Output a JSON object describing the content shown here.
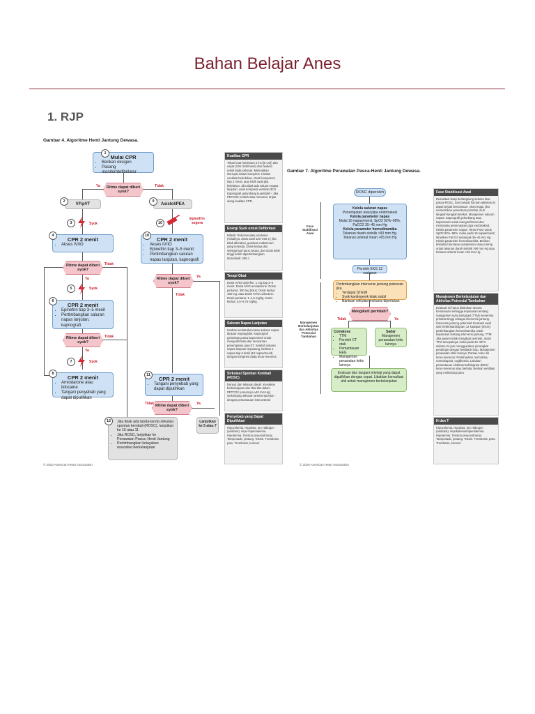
{
  "page": {
    "title": "Bahan Belajar Anes",
    "section": "1.  RJP"
  },
  "figure4": {
    "caption": "Gambar 4.  Algoritme Henti Jantung Dewasa.",
    "copyright": "© 2020 American Heart Association",
    "start": {
      "title": "Mulai CPR",
      "items": [
        "Berikan oksigen",
        "Pasang monitor/defibrilator"
      ]
    },
    "decision1": "Ritme dapat diberi syok?",
    "ya": "Ya",
    "tidak": "Tidak",
    "vf": "VF/pVT",
    "asystole": "Asistol/PEA",
    "syok": "Syok",
    "epinefrin_label": "Epinefrin segera",
    "cpr2_a": {
      "title": "CPR 2 menit",
      "items": [
        "Akses IV/IO"
      ]
    },
    "cpr2_b": {
      "title": "CPR 2 menit",
      "items": [
        "Epinefrin tiap 3–5 menit",
        "Pertimbangkan saluran napas lanjutan, kapnografi"
      ]
    },
    "cpr2_c": {
      "title": "CPR 2 menit",
      "items": [
        "Amiodarone atau lidocaine",
        "Tangani penyebab yang dapat dipulihkan"
      ]
    },
    "cpr2_d": {
      "title": "CPR 2 menit",
      "items": [
        "Akses IV/IO",
        "Epinefrin tiap 3–5 menit",
        "Pertimbangkan saluran napas lanjutan, kapnografi"
      ]
    },
    "cpr2_e": {
      "title": "CPR 2 menit",
      "items": [
        "Tangani penyebab yang dapat dipulihkan"
      ]
    },
    "decision_short": "Ritme dapat diberi syok?",
    "final": [
      "Jika tidak ada tanda-tanda sirkulasi spontan kembali (ROSC), lanjutkan ke 10 atau 11",
      "Jika ROSC, lanjutkan ke Perawatan Pasca–Henti Jantung",
      "Pertimbangkan kelayakan resusitasi berkelanjutan"
    ],
    "lanjutkan": "Lanjutkan ke 5 atau 7",
    "numbers": [
      "1",
      "2",
      "3",
      "4",
      "5",
      "6",
      "7",
      "8",
      "9",
      "10",
      "11",
      "12"
    ],
    "side_panels": [
      {
        "title": "Kualitas CPR",
        "text": "Tekan kuat (minimum 2 inci [5 cm]) dan cepat (100–120/menit) dan biarkan rekoil dada sebesar. Minimalkan interupsi dalam kompresi. Hindari ventilasi berlebihan. Ganti kompresor tiap 2 menit, atau lebih awal jika kelelahan. Jika tidak ada saluran napas lanjutan, rasio kompresi-ventilasi 30:2. Kapnografi gelombang kuantitatif – Jika PETCO2 rendah atau menurun, tinjau ulang kualitas CPR."
      },
      {
        "title": "Energi Syok untuk Defibrilasi",
        "text": "Bifasik: Rekomendasi produsen (misalnya, dosis awal 120–200 J); jika tidak diketahui, gunakan maksimum yang tersedia. Dosis kedua dan selanjutnya harus setara, dan dosis lebih tinggi boleh dipertimbangkan. Monofasik: 360 J"
      },
      {
        "title": "Terapi Obat",
        "text": "Dosis IV/IO epinefrin: 1 mg tiap 3–5 menit. Dosis IV/IO amiodarone: Dosis pertama: 300 mg bolus. Dosis kedua: 150 mg. atau Dosis IV/IO Lidocaine: Dosis pertama: 1–1,5 mg/kg. Dosis kedua: 0,5–0,75 mg/kg."
      },
      {
        "title": "Saluran Napas Lanjutan",
        "text": "Intubasi endotrakeal atau saluran napas lanjutan supraglotik. Kapnografi gelombang atau kapnometri untuk mengonfirmasi dan memantau penempatan pipa ET. Setelah saluran napas lanjutan terpasang, berikan 1 napas tiap 6 detik (10 napas/menit) dengan kompresi dada terus-menerus"
      },
      {
        "title": "Sirkulasi Spontan Kembali (ROSC)",
        "text": "Denyut dan tekanan darah. Kenaikan berkelanjutan dan tiba-tiba dalam PETCO2 (umumnya ≥40 mm Hg). Gelombang tekanan arterial spontan dengan pemantauan intra-arterial"
      },
      {
        "title": "Penyebab yang Dapat Dipulihkan",
        "text": "Hipovolemia. Hipoksia. Ion Hidrogen (asidosis). Hipo-/hiperkalemia. Hipotermia. Tension pneumothorax. Tamponade, jantung. Toksin. Trombosis, paru. Trombosis, koroner"
      }
    ]
  },
  "figure7": {
    "caption": "Gambar 7.  Algoritme Perawatan Pasca-Henti Jantung Dewasa.",
    "copyright": "© 2020 American Heart Association",
    "rosc": "ROSC diperoleh",
    "fase_awal": "Fase Stabilisasi Awal",
    "airway": {
      "title": "Kelola saluran napas",
      "text": "Penempatan awal pipa endotrakeal"
    },
    "resp": {
      "title": "Kelola parameter napas",
      "text": "Mulai 10 napas/menit. SpO2 92%–98%. PaCO2 35–45 mm Hg"
    },
    "hemo": {
      "title": "Kelola parameter hemodinamika",
      "text": "Tekanan darah sistolik >90 mm Hg. Tekanan arterial mean >65 mm Hg"
    },
    "ekg": "Peroleh EKG 12 sadapan",
    "manajemen": "Manajemen Berkelanjutan dan Aktivitas Potensial Tambahan",
    "intervensi": {
      "title": "Pertimbangkan intervensi jantung potensial jika",
      "items": [
        "Terdapat STEMI",
        "Syok kardiogenik tidak stabil",
        "Bantuan sirkulasi mekanis diperlukan"
      ]
    },
    "perintah": "Mengikuti perintah?",
    "tidak": "Tidak",
    "ya": "Ya",
    "comatose": {
      "title": "Comatose",
      "items": [
        "TTM",
        "Peroleh CT otak",
        "Pemantauan EEG",
        "Manajemen perawatan kritis lainnya"
      ]
    },
    "sadar": {
      "title": "Sadar",
      "text": "Manajemen perawatan kritis lainnya"
    },
    "evaluasi": "Evaluasi dan tangani etiologi yang dapat dipulihkan dengan cepat. Libatkan konsultasi ahli untuk manajemen berkelanjutan",
    "side_panels": [
      {
        "title": "Fase Stabilisasi Awal",
        "text": "Resusitasi tetap berlangsung selama fase pasca-ROSC, dan banyak hal dan aktivitas ini dapat terjadi bersamaan. Akan tetapi, jika memerlukan penentuan prioritas, ikuti langkah-langkah berikut: Manajemen saluran napas: Kapnografi gelombang atau kapnometri untuk mengonfirmasi dan memantau penempatan pipa endotrakeal. Kelola parameter napas: Titrasi FIO2 untuk SpO2 92%–98%; mulai pada 10 napas/menit; titrasikan PaCO2 sebanyak 35–45 mm Hg. Kelola parameter hemodinamika: Berikan kristaloid dan/atau vasopressor atau inotrop untuk tekanan darah sistolik >90 mm Hg atau tekanan arterial mean >65 mm Hg"
      },
      {
        "title": "Manajemen Berkelanjutan dan Aktivitas Potensial Tambahan",
        "text": "Evaluasi ini harus dilakukan secara bersamaan sehingga keputusan tentang manajemen suhu bertarget (TTM) menerima prioritas tinggi sebagai intervensi jantung. Intervensi jantung potensial: Evaluasi awal dari elektrokardiogram 12 sadapan (EKG); pertimbangkan hemodinamika untuk keputusan tentang intervensi jantung. TTM: Jika pasien tidak mengikuti perintah, mulai TTM secepatnya; mulai pada 32–36°C selama 24 jam menggunakan perangkat pendingin dengan feedback loop. Manajemen perawatan kritis lainnya: Pantau suhu inti terus-menerus; Pertahankan normoksia, normokapnia, euglikemia; Lakukan pemantauan elektroensefalogram (EEG) terus-menerus atau berkala; Berikan ventilasi yang melindungi paru"
      },
      {
        "title": "H dan T",
        "text": "Hipovolemia. Hipoksia. Ion Hidrogen (asidosis). Hipokalemia/hiperkalemia. Hipotermia. Tension pneumothorax. Tamponade, jantung. Toksin. Trombosis, paru. Trombosis, koroner"
      }
    ]
  }
}
